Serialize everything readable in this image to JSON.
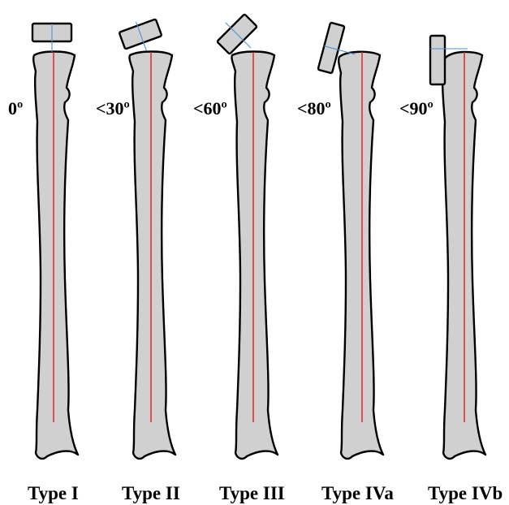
{
  "figure": {
    "stages": [
      {
        "id": "type-1",
        "type_label": "Type I",
        "angle_label": "0º",
        "tilt_degrees": 0
      },
      {
        "id": "type-2",
        "type_label": "Type II",
        "angle_label": "<30º",
        "tilt_degrees": 20
      },
      {
        "id": "type-3",
        "type_label": "Type III",
        "angle_label": "<60º",
        "tilt_degrees": 45
      },
      {
        "id": "type-4a",
        "type_label": "Type IVa",
        "angle_label": "<80º",
        "tilt_degrees": 75
      },
      {
        "id": "type-4b",
        "type_label": "Type IVb",
        "angle_label": "<90º",
        "tilt_degrees": 90
      }
    ],
    "colors": {
      "bone_fill": "#d0d0d0",
      "outline": "#000000",
      "shaft_axis": "#e31b1b",
      "epiphysis_axis": "#4a90d9"
    }
  }
}
